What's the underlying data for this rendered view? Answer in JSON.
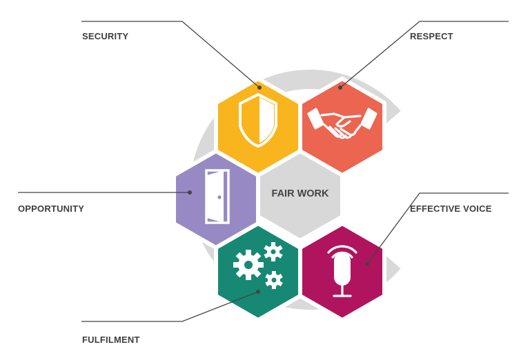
{
  "center": {
    "label": "FAIR WORK"
  },
  "dimensions": [
    {
      "id": "security",
      "label": "SECURITY",
      "icon": "shield-icon",
      "color": "#f9b51d"
    },
    {
      "id": "respect",
      "label": "RESPECT",
      "icon": "handshake-icon",
      "color": "#ec6550"
    },
    {
      "id": "opportunity",
      "label": "OPPORTUNITY",
      "icon": "door-icon",
      "color": "#978ac4"
    },
    {
      "id": "effective-voice",
      "label": "EFFECTIVE VOICE",
      "icon": "microphone-icon",
      "color": "#b0145f"
    },
    {
      "id": "fulfilment",
      "label": "FULFILMENT",
      "icon": "gears-icon",
      "color": "#178873"
    }
  ],
  "colors": {
    "ring": "#d9d9d9",
    "center_hex": "#d8d8d8",
    "leader_line": "#444444"
  }
}
